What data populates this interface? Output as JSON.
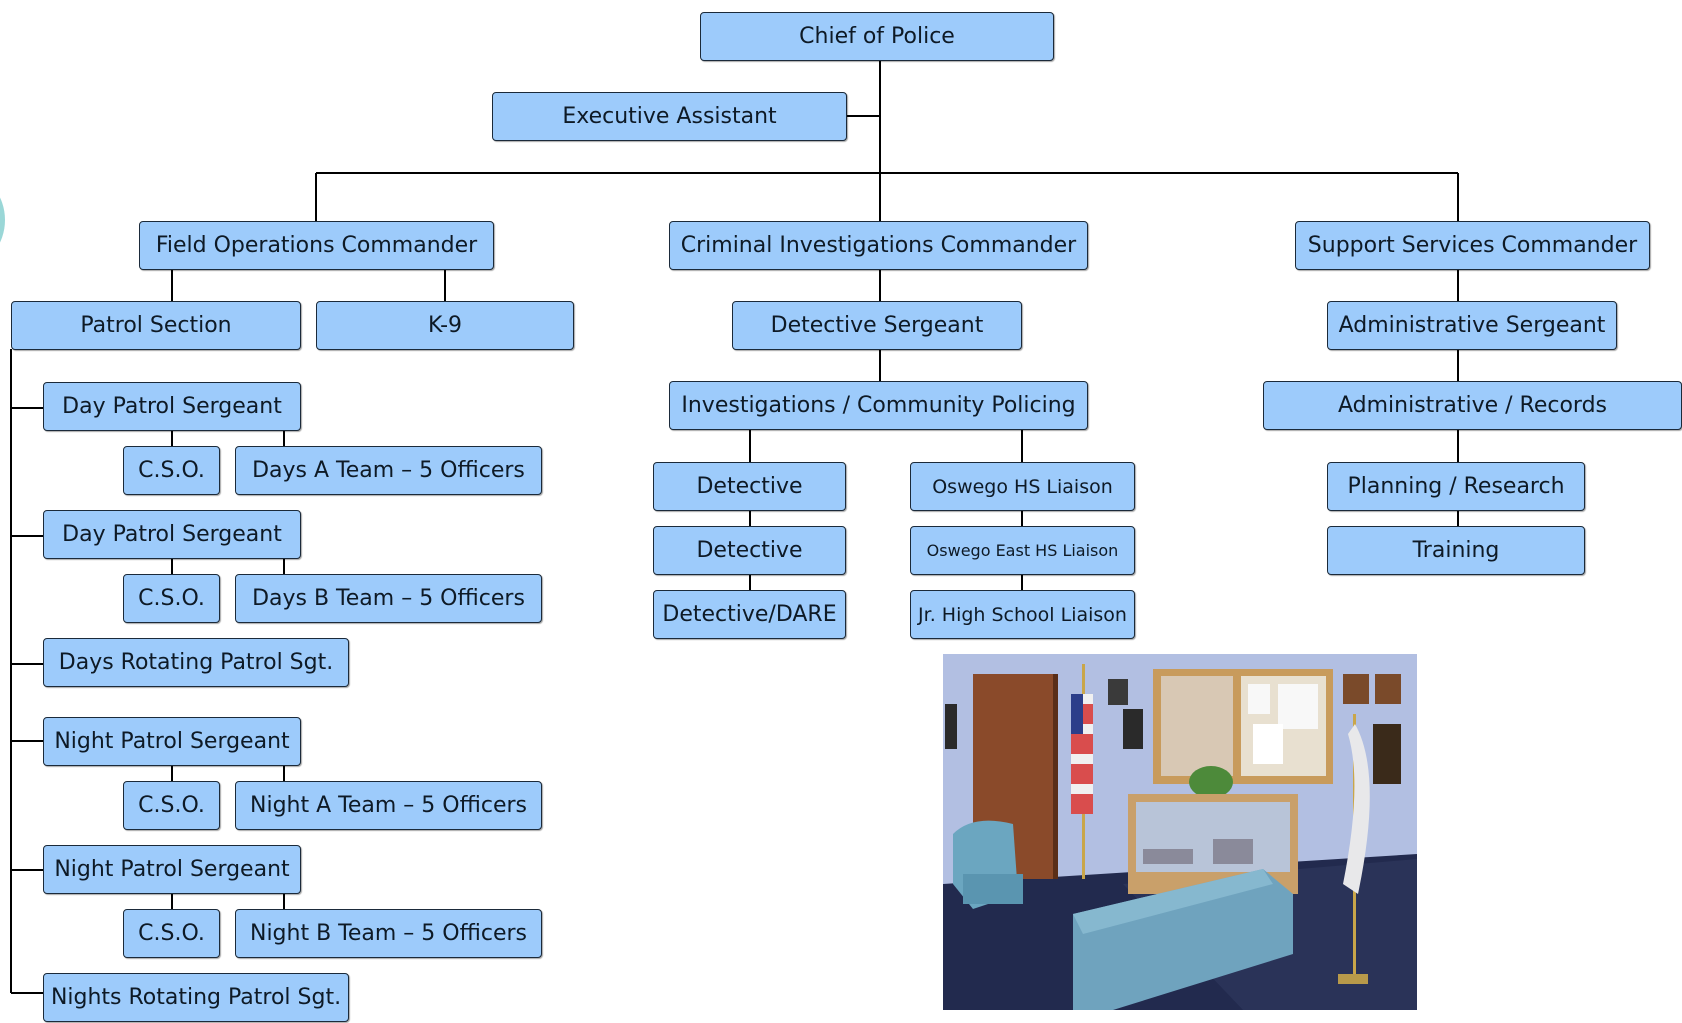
{
  "chart": {
    "chief": "Chief of Police",
    "exec_assistant": "Executive Assistant",
    "field_ops": {
      "commander": "Field Operations Commander",
      "patrol_section": "Patrol Section",
      "k9": "K-9",
      "patrol": [
        {
          "sergeant": "Day Patrol Sergeant",
          "cso": "C.S.O.",
          "team": "Days A Team – 5 Officers"
        },
        {
          "sergeant": "Day Patrol Sergeant",
          "cso": "C.S.O.",
          "team": "Days B Team – 5 Officers"
        },
        {
          "sergeant": "Days Rotating Patrol Sgt."
        },
        {
          "sergeant": "Night Patrol Sergeant",
          "cso": "C.S.O.",
          "team": "Night A Team – 5 Officers"
        },
        {
          "sergeant": "Night Patrol Sergeant",
          "cso": "C.S.O.",
          "team": "Night B Team – 5 Officers"
        },
        {
          "sergeant": "Nights Rotating Patrol Sgt."
        }
      ]
    },
    "criminal_inv": {
      "commander": "Criminal Investigations Commander",
      "det_sergeant": "Detective Sergeant",
      "inv_community": "Investigations / Community Policing",
      "detectives": [
        "Detective",
        "Detective",
        "Detective/DARE"
      ],
      "liaisons": [
        "Oswego HS Liaison",
        "Oswego East HS Liaison",
        "Jr. High School Liaison"
      ]
    },
    "support": {
      "commander": "Support Services Commander",
      "admin_sergeant": "Administrative Sergeant",
      "admin_records": "Administrative / Records",
      "planning": "Planning / Research",
      "training": "Training"
    }
  },
  "colors": {
    "box_fill": "#9dcbfb",
    "box_border": "#1b2a3a",
    "line": "#000000"
  }
}
